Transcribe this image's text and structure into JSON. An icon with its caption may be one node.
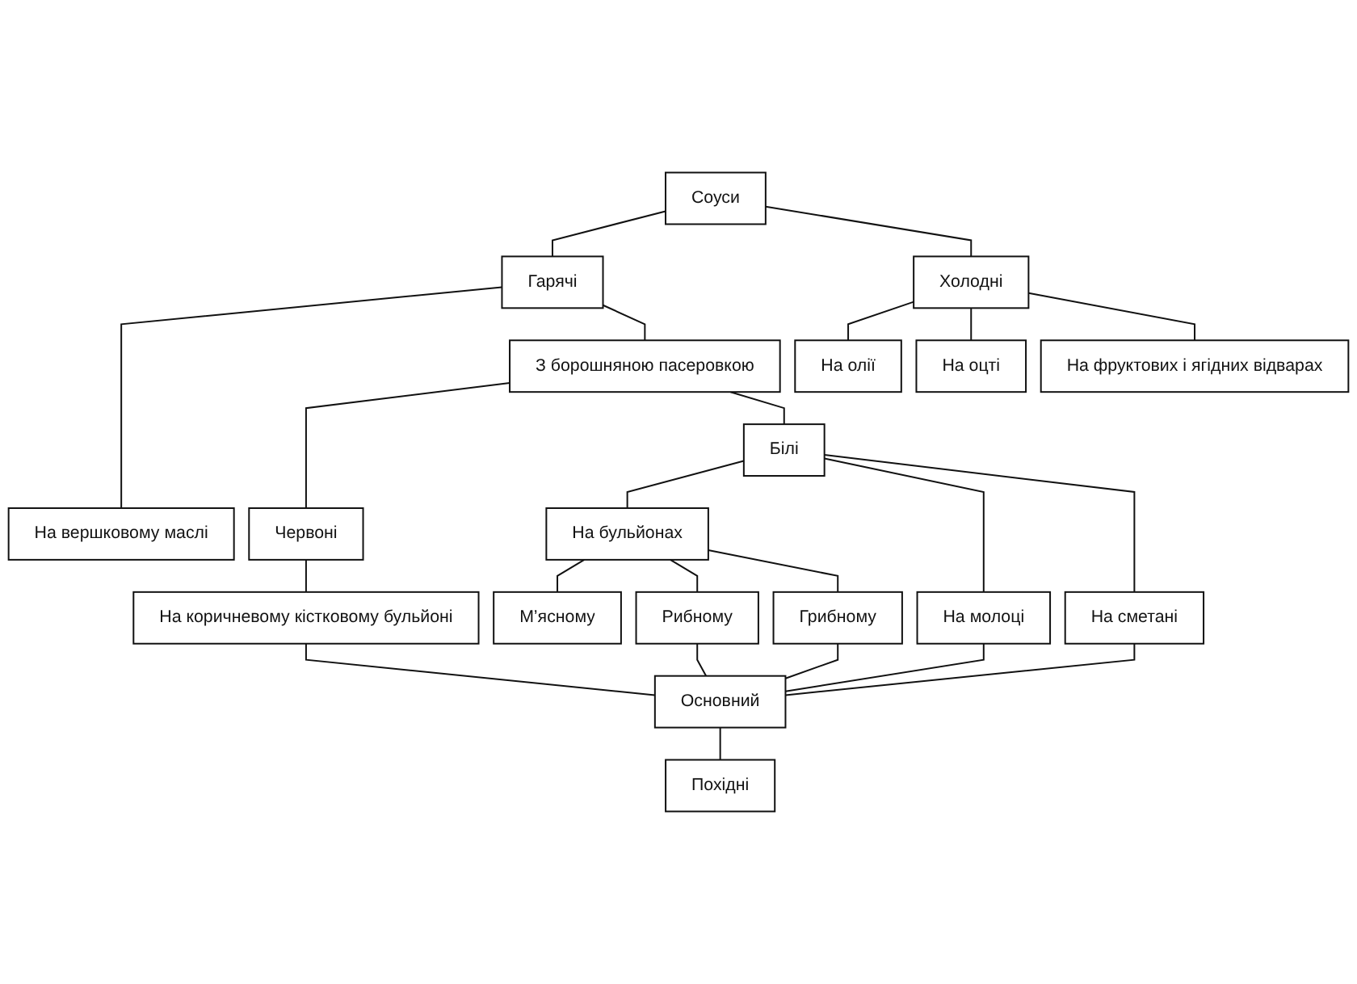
{
  "diagram": {
    "nodes": [
      {
        "text": [
          "Соуси"
        ]
      },
      {
        "text": [
          "Гарячі"
        ]
      },
      {
        "text": [
          "Холодні"
        ]
      },
      {
        "text": [
          "На вершковому маслі"
        ]
      },
      {
        "text": [
          "З борошняною пасеровкою"
        ]
      },
      {
        "text": [
          "Червоні"
        ]
      },
      {
        "text": [
          "Білі"
        ]
      },
      {
        "text": [
          "На коричневому кістковому бульйоні"
        ]
      },
      {
        "text": [
          "На бульйонах"
        ]
      },
      {
        "text": [
          "На молоці"
        ]
      },
      {
        "text": [
          "На сметані"
        ]
      },
      {
        "text": [
          "М’ясному"
        ]
      },
      {
        "text": [
          "Рибному"
        ]
      },
      {
        "text": [
          "Грибному"
        ]
      },
      {
        "text": [
          "На олії"
        ]
      },
      {
        "text": [
          "На оцті"
        ]
      },
      {
        "text": [
          "На фруктових і ягідних відварах"
        ]
      },
      {
        "text": [
          "Основний"
        ]
      },
      {
        "text": [
          "Похідні"
        ]
      }
    ],
    "edges": [
      {
        "from": 0,
        "to": 1,
        "arrow": "none"
      },
      {
        "from": 0,
        "to": 2,
        "arrow": "none"
      },
      {
        "from": 1,
        "to": 3,
        "arrow": "none"
      },
      {
        "from": 1,
        "to": 4,
        "arrow": "none"
      },
      {
        "from": 4,
        "to": 5,
        "arrow": "none"
      },
      {
        "from": 4,
        "to": 6,
        "arrow": "none"
      },
      {
        "from": 5,
        "to": 7,
        "arrow": "none"
      },
      {
        "from": 6,
        "to": 8,
        "arrow": "none"
      },
      {
        "from": 6,
        "to": 9,
        "arrow": "none"
      },
      {
        "from": 6,
        "to": 10,
        "arrow": "none"
      },
      {
        "from": 8,
        "to": 11,
        "arrow": "none"
      },
      {
        "from": 8,
        "to": 12,
        "arrow": "none"
      },
      {
        "from": 8,
        "to": 13,
        "arrow": "none"
      },
      {
        "from": 2,
        "to": 14,
        "arrow": "none"
      },
      {
        "from": 2,
        "to": 15,
        "arrow": "none"
      },
      {
        "from": 2,
        "to": 16,
        "arrow": "none"
      },
      {
        "from": 7,
        "to": 17,
        "arrow": "none"
      },
      {
        "from": 12,
        "to": 17,
        "arrow": "none"
      },
      {
        "from": 13,
        "to": 17,
        "arrow": "none"
      },
      {
        "from": 9,
        "to": 17,
        "arrow": "none"
      },
      {
        "from": 10,
        "to": 17,
        "arrow": "none"
      },
      {
        "from": 17,
        "to": 18,
        "arrow": "none"
      }
    ]
  }
}
